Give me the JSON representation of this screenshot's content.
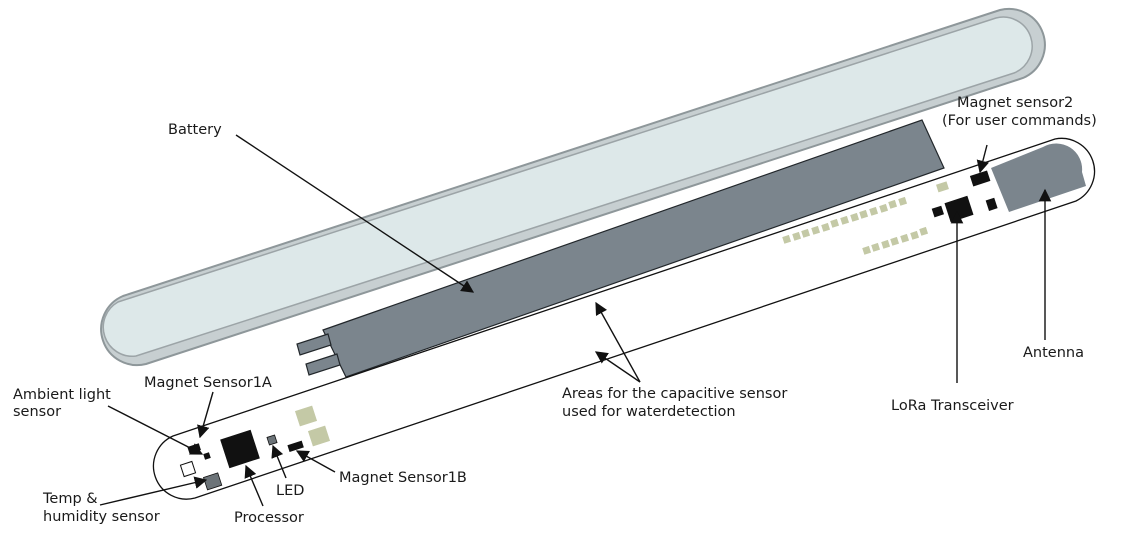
{
  "labels": {
    "battery": "Battery",
    "magnet_sensor2_line1": "Magnet sensor2",
    "magnet_sensor2_line2": "(For user commands)",
    "antenna": "Antenna",
    "lora": "LoRa Transceiver",
    "capacitive_line1": "Areas for the capacitive sensor",
    "capacitive_line2": "used for waterdetection",
    "ambient_line1": "Ambient light",
    "ambient_line2": "sensor",
    "magnet_sensor1a": "Magnet Sensor1A",
    "magnet_sensor1b": "Magnet Sensor1B",
    "led": "LED",
    "processor": "Processor",
    "temp_line1": "Temp &",
    "temp_line2": "humidity sensor"
  },
  "colors": {
    "cover_fill": "#dce7e8",
    "cover_rim": "#9fa7aa",
    "battery": "#7b858d",
    "antenna": "#7b858d",
    "chip": "#111111",
    "pad": "#c4c9a6",
    "line": "#111111"
  }
}
